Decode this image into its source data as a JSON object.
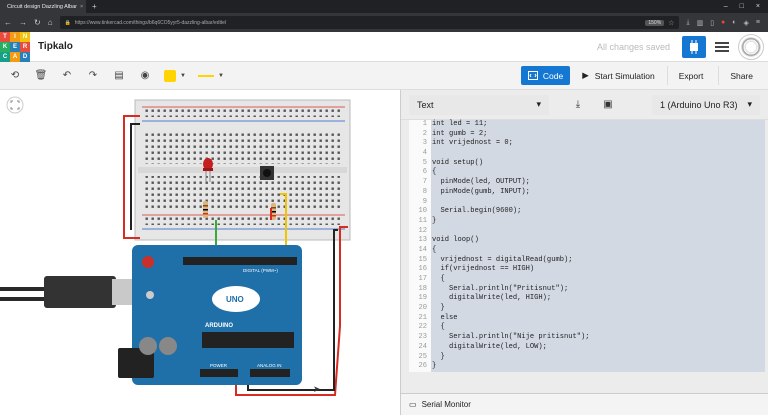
{
  "browser": {
    "tab_title": "Circuit design Dazzling Albar",
    "url": "https://www.tinkercad.com/things/b6q6CO5yyr5-dazzling-albar/editel",
    "zoom": "150%"
  },
  "header": {
    "logo_letters": [
      "T",
      "I",
      "N",
      "K",
      "E",
      "R",
      "C",
      "A",
      "D"
    ],
    "project_name": "Tipkalo",
    "save_status": "All changes saved"
  },
  "toolbar": {
    "code_label": "Code",
    "simulation_label": "Start Simulation",
    "export_label": "Export",
    "share_label": "Share"
  },
  "code_panel": {
    "mode": "Text",
    "device": "1 (Arduino Uno R3)",
    "serial_monitor_label": "Serial Monitor",
    "lines": [
      "int led = 11;",
      "int gumb = 2;",
      "int vrijednost = 0;",
      "",
      "void setup()",
      "{",
      "  pinMode(led, OUTPUT);",
      "  pinMode(gumb, INPUT);",
      "",
      "  Serial.begin(9600);",
      "}",
      "",
      "void loop()",
      "{",
      "  vrijednost = digitalRead(gumb);",
      "  if(vrijednost == HIGH)",
      "  {",
      "    Serial.println(\"Pritisnut\");",
      "    digitalWrite(led, HIGH);",
      "  }",
      "  else",
      "  {",
      "    Serial.println(\"Nije pritisnut\");",
      "    digitalWrite(led, LOW);",
      "  }",
      "}"
    ]
  },
  "board": {
    "brand": "ARDUINO",
    "model": "UNO",
    "label_digital": "DIGITAL (PWM~)",
    "label_power": "POWER",
    "label_analog": "ANALOG IN"
  },
  "colors": {
    "accent": "#1477d1",
    "board": "#1f6fa8",
    "led": "#c41e1e",
    "wire_red": "#d62d20",
    "wire_yellow": "#f0c400",
    "wire_green": "#3aa83a"
  }
}
